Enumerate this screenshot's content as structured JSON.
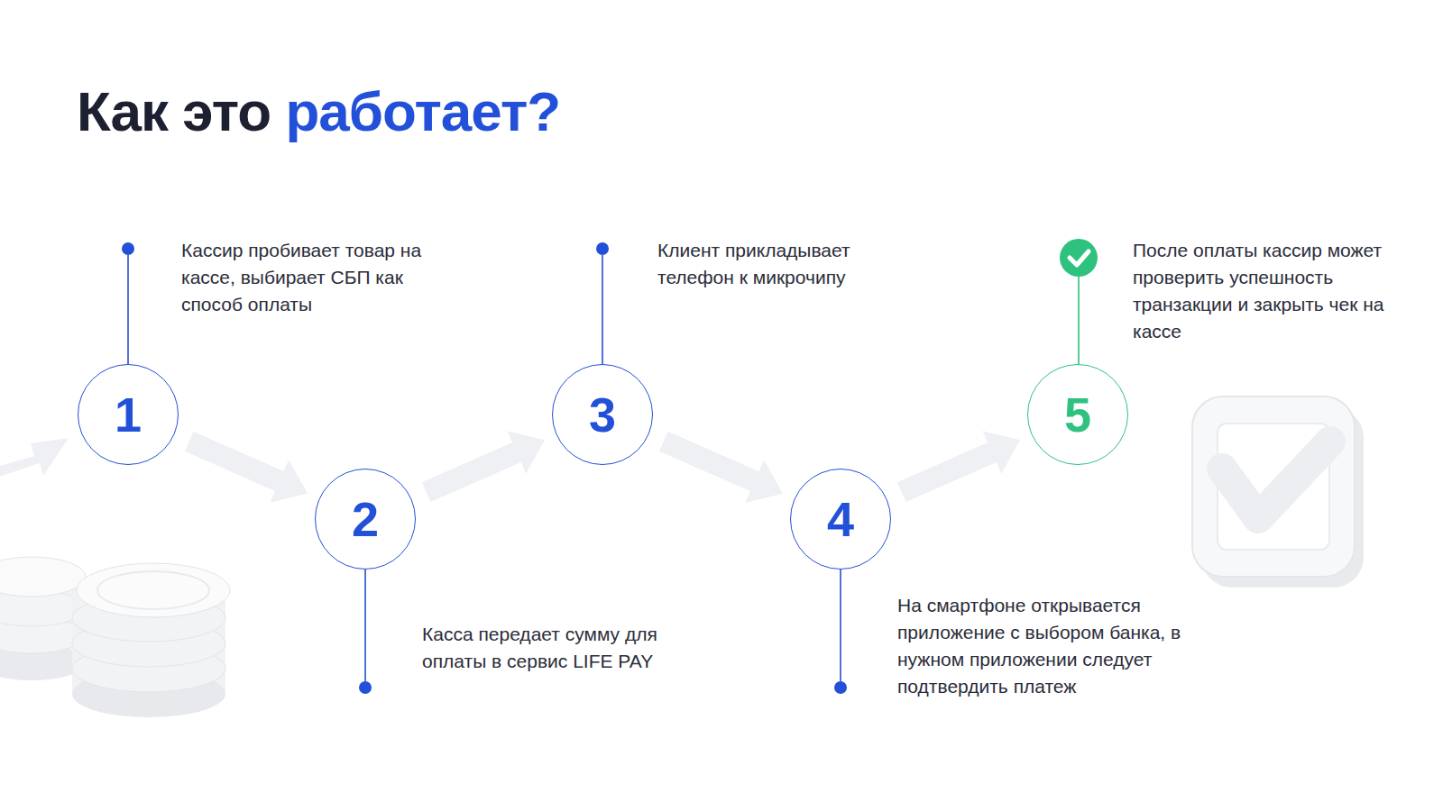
{
  "diagram": {
    "title": "Как это работает?",
    "nodes": [
      {
        "text": [
          "1",
          "Кассир пробивает товар на кассе, выбирает СБП как способ оплаты"
        ]
      },
      {
        "text": [
          "2",
          "Касса передает сумму для оплаты в сервис LIFE PAY"
        ]
      },
      {
        "text": [
          "3",
          "Клиент прикладывает телефон к микрочипу"
        ]
      },
      {
        "text": [
          "4",
          "На смартфоне открывается приложение с выбором банка, в нужном приложении следует подтвердить платеж"
        ]
      },
      {
        "text": [
          "5",
          "После оплаты кассир может проверить успешность транзакции и закрыть чек на кассе"
        ]
      }
    ],
    "edges": [
      {
        "from": 0,
        "to": 1,
        "arrow": "to"
      },
      {
        "from": 1,
        "to": 2,
        "arrow": "to"
      },
      {
        "from": 2,
        "to": 3,
        "arrow": "to"
      },
      {
        "from": 3,
        "to": 4,
        "arrow": "to"
      }
    ]
  }
}
